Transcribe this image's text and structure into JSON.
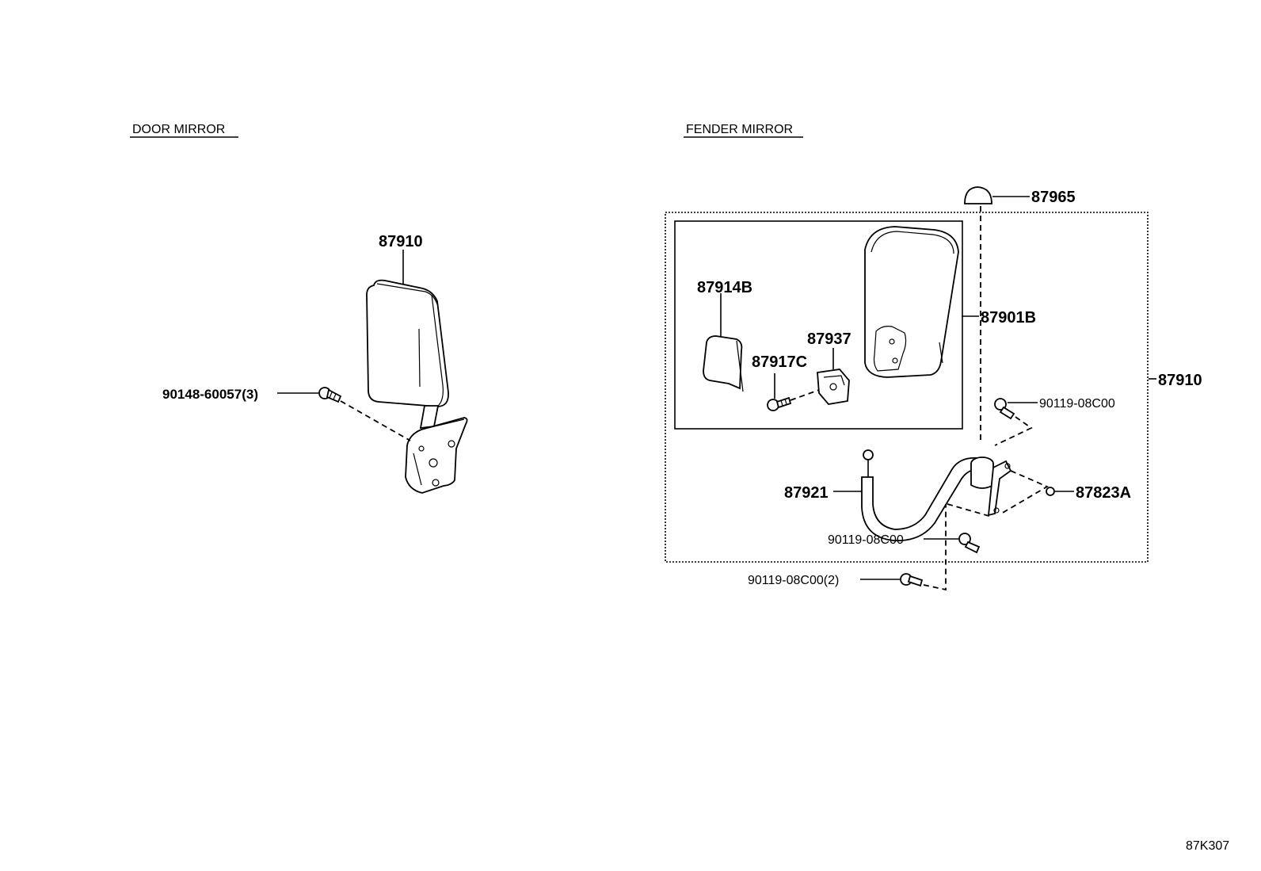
{
  "sections": {
    "door_mirror": "DOOR MIRROR",
    "fender_mirror": "FENDER MIRROR"
  },
  "door_mirror": {
    "mirror_assy": "87910",
    "screw": "90148-60057(3)"
  },
  "fender_mirror": {
    "cap": "87965",
    "mirror_outer": "87901B",
    "assembly": "87910",
    "cover": "87914B",
    "holder": "87937",
    "screw": "87917C",
    "bolt_upper": "90119-08C00",
    "nut": "87823A",
    "stay": "87921",
    "bolt_lower": "90119-08C00",
    "bolt_mount": "90119-08C00(2)"
  },
  "diagram_code": "87K307"
}
